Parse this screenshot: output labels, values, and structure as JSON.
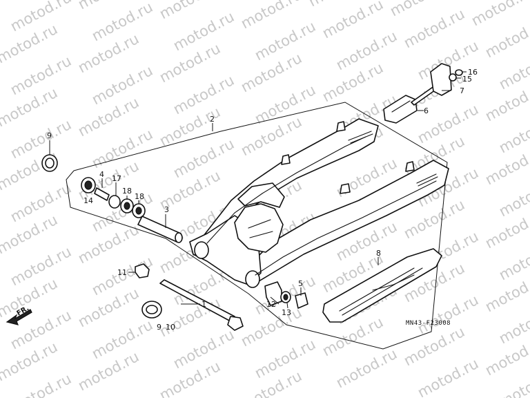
{
  "diagram": {
    "watermark": "motod.ru",
    "direction_marker": "FR.",
    "figure_code": "MN43-F23008",
    "callouts": [
      {
        "id": "c1",
        "label": "1"
      },
      {
        "id": "c2",
        "label": "2"
      },
      {
        "id": "c3",
        "label": "3"
      },
      {
        "id": "c4",
        "label": "4"
      },
      {
        "id": "c5",
        "label": "5"
      },
      {
        "id": "c6",
        "label": "6"
      },
      {
        "id": "c7",
        "label": "7"
      },
      {
        "id": "c8",
        "label": "8"
      },
      {
        "id": "c9a",
        "label": "9"
      },
      {
        "id": "c9b",
        "label": "9"
      },
      {
        "id": "c10",
        "label": "10"
      },
      {
        "id": "c11",
        "label": "11"
      },
      {
        "id": "c12",
        "label": "12"
      },
      {
        "id": "c13",
        "label": "13"
      },
      {
        "id": "c14",
        "label": "14"
      },
      {
        "id": "c15",
        "label": "15"
      },
      {
        "id": "c16",
        "label": "16"
      },
      {
        "id": "c17",
        "label": "17"
      },
      {
        "id": "c18a",
        "label": "18"
      },
      {
        "id": "c18b",
        "label": "18"
      }
    ]
  }
}
